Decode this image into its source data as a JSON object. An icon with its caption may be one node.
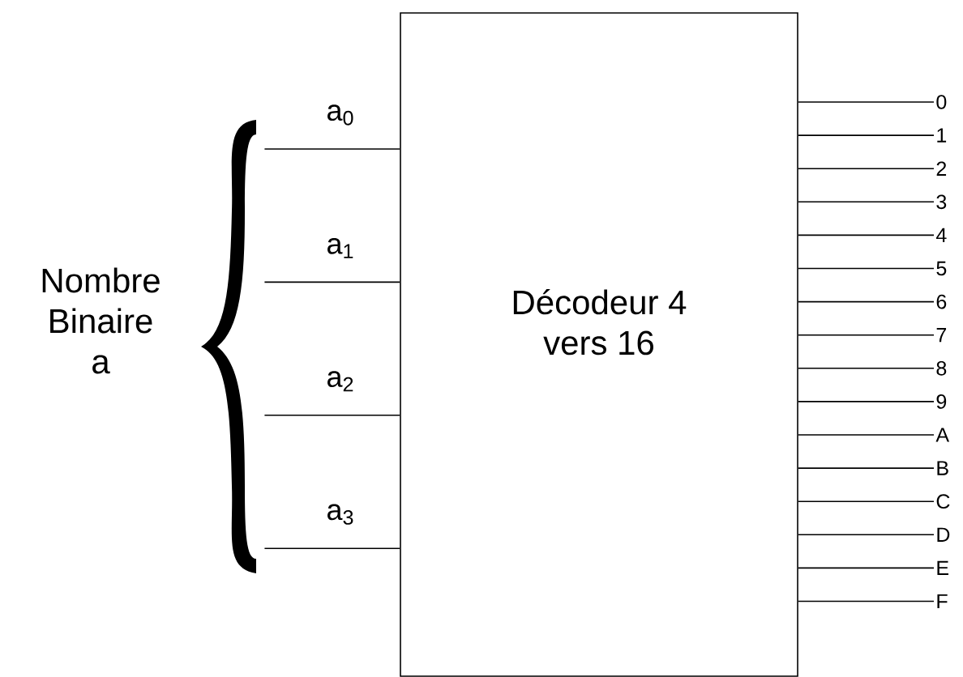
{
  "diagram": {
    "nodes": [
      {
        "text": [
          "Décodeur 4 vers 16"
        ]
      },
      {
        "text": [
          "0"
        ]
      },
      {
        "text": [
          "1"
        ]
      },
      {
        "text": [
          "2"
        ]
      },
      {
        "text": [
          "3"
        ]
      },
      {
        "text": [
          "4"
        ]
      },
      {
        "text": [
          "5"
        ]
      },
      {
        "text": [
          "6"
        ]
      },
      {
        "text": [
          "7"
        ]
      },
      {
        "text": [
          "8"
        ]
      },
      {
        "text": [
          "9"
        ]
      },
      {
        "text": [
          "A"
        ]
      },
      {
        "text": [
          "B"
        ]
      },
      {
        "text": [
          "C"
        ]
      },
      {
        "text": [
          "D"
        ]
      },
      {
        "text": [
          "E"
        ]
      },
      {
        "text": [
          "F"
        ]
      },
      {
        "text": [],
        "shape": "brace"
      }
    ],
    "edges": [
      {
        "from": 17,
        "to": 0,
        "arrow": "none",
        "label": "a$_{0}$"
      },
      {
        "from": 17,
        "to": 0,
        "arrow": "none",
        "label": "a$_{1}$"
      },
      {
        "from": 17,
        "to": 0,
        "arrow": "none",
        "label": "a$_{2}$"
      },
      {
        "from": 17,
        "to": 0,
        "arrow": "none",
        "label": "a$_{3}$"
      },
      {
        "from": 0,
        "to": 1,
        "arrow": "none"
      },
      {
        "from": 0,
        "to": 2,
        "arrow": "none"
      },
      {
        "from": 0,
        "to": 3,
        "arrow": "none"
      },
      {
        "from": 0,
        "to": 4,
        "arrow": "none"
      },
      {
        "from": 0,
        "to": 5,
        "arrow": "none"
      },
      {
        "from": 0,
        "to": 6,
        "arrow": "none"
      },
      {
        "from": 0,
        "to": 7,
        "arrow": "none"
      },
      {
        "from": 0,
        "to": 8,
        "arrow": "none"
      },
      {
        "from": 0,
        "to": 9,
        "arrow": "none"
      },
      {
        "from": 0,
        "to": 10,
        "arrow": "none"
      },
      {
        "from": 0,
        "to": 11,
        "arrow": "none"
      },
      {
        "from": 0,
        "to": 12,
        "arrow": "none"
      },
      {
        "from": 0,
        "to": 13,
        "arrow": "none"
      },
      {
        "from": 0,
        "to": 14,
        "arrow": "none"
      },
      {
        "from": 0,
        "to": 15,
        "arrow": "none"
      },
      {
        "from": 0,
        "to": 16,
        "arrow": "none"
      }
    ],
    "labels": [
      "Nombre Binaire a"
    ]
  }
}
